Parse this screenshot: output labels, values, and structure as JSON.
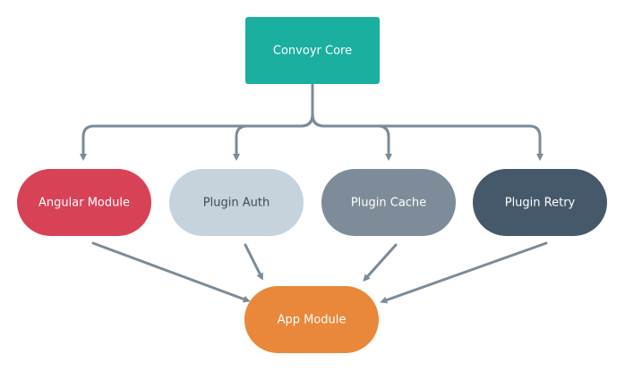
{
  "colors": {
    "connector": "#7a8b99",
    "text_light": "#ffffff",
    "text_dark": "#3f4b57"
  },
  "nodes": {
    "core": {
      "label": "Convoyr Core",
      "fill": "#1aaf9f"
    },
    "angular": {
      "label": "Angular Module",
      "fill": "#d84257"
    },
    "auth": {
      "label": "Plugin Auth",
      "fill": "#c6d2dc"
    },
    "cache": {
      "label": "Plugin Cache",
      "fill": "#7d8c98"
    },
    "retry": {
      "label": "Plugin Retry",
      "fill": "#46596b"
    },
    "app": {
      "label": "App Module",
      "fill": "#e9883a"
    }
  }
}
